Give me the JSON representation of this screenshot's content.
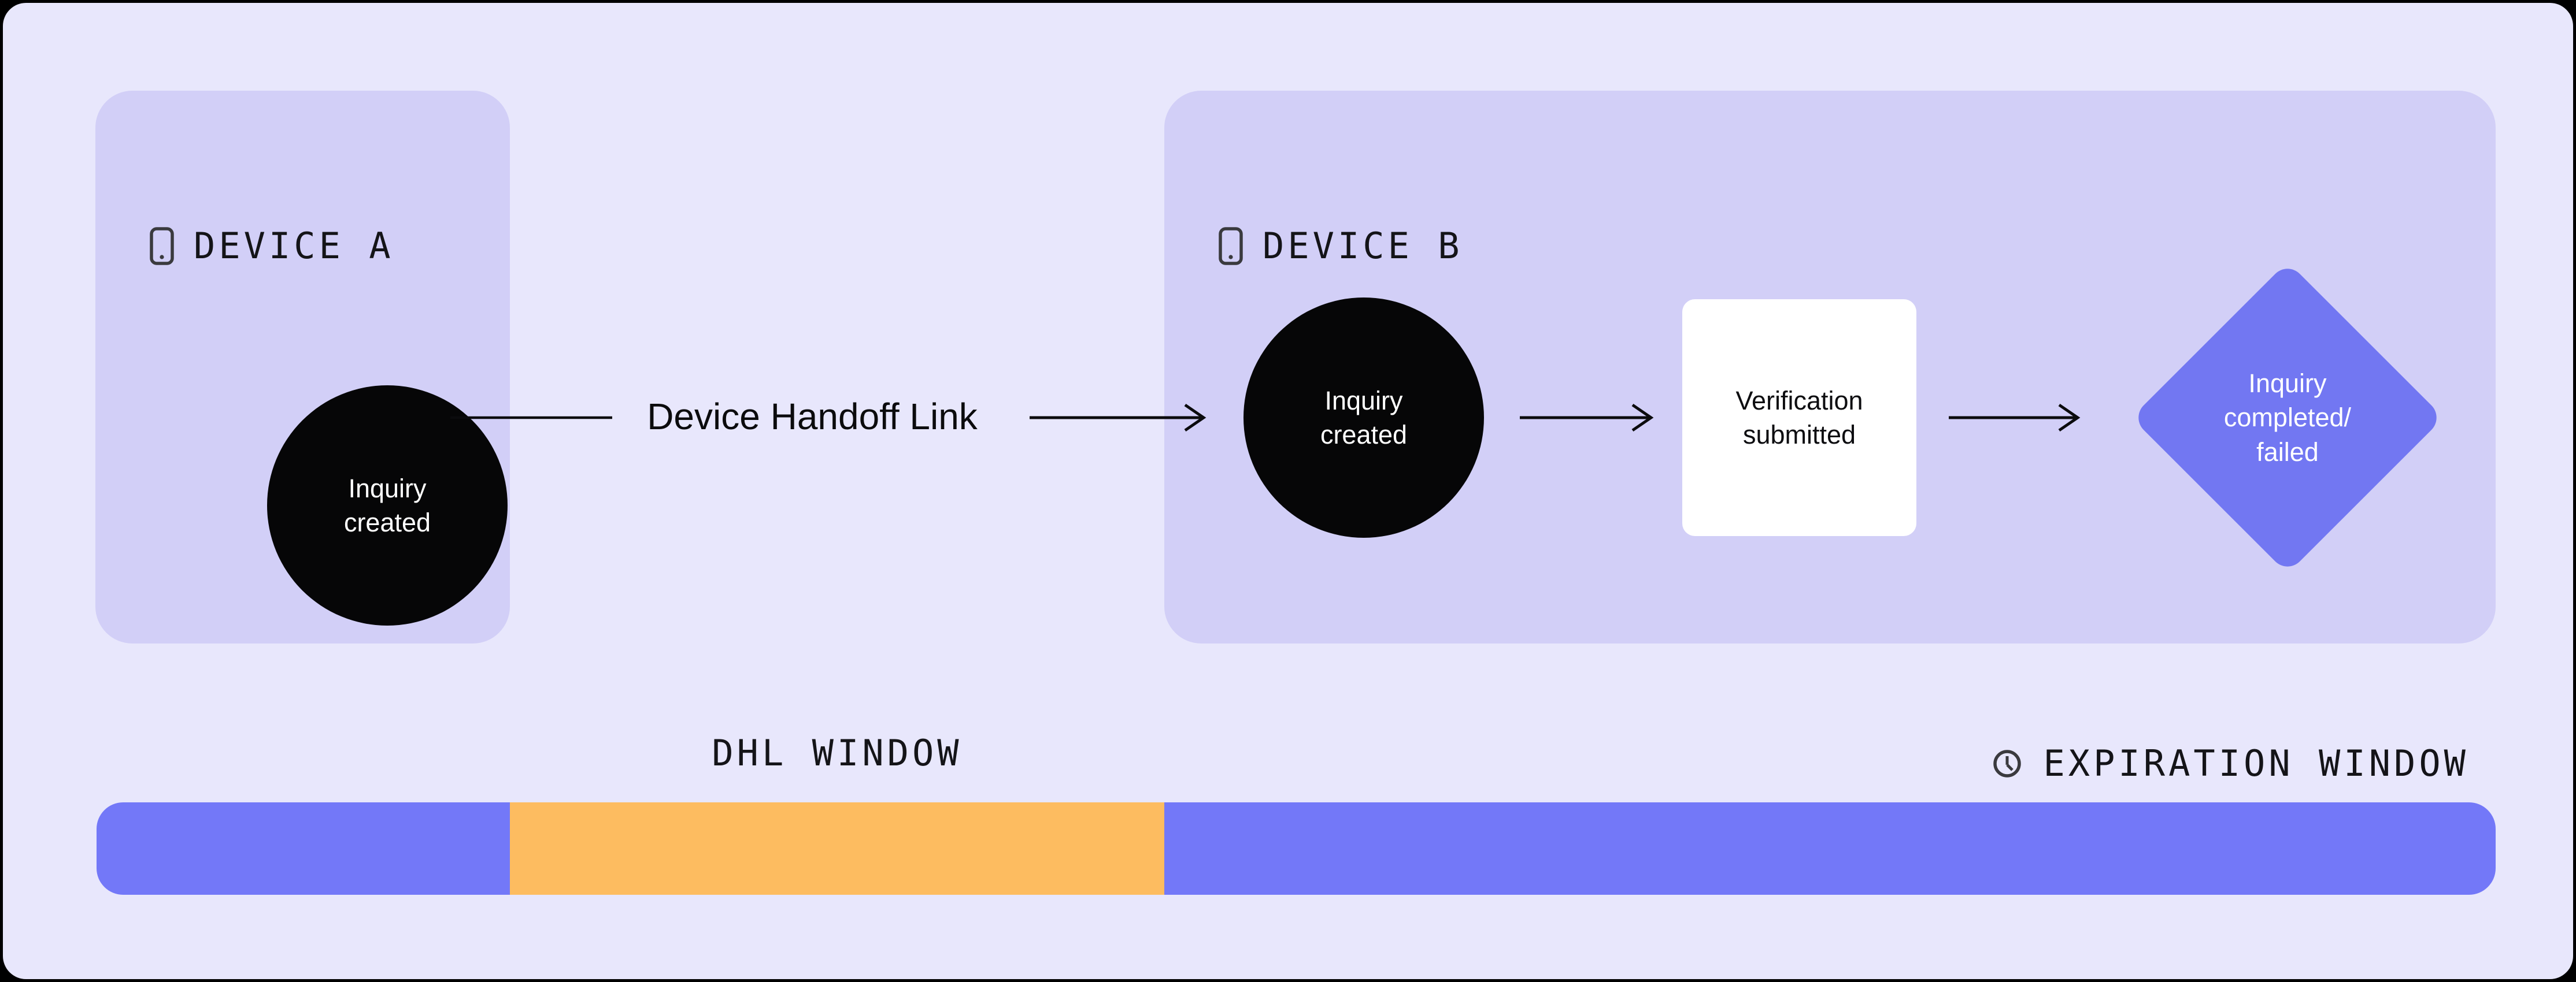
{
  "colors": {
    "page_background": "#000000",
    "canvas": "#e8e7fc",
    "panel": "#d2cff7",
    "node_black": "#060607",
    "node_white": "#ffffff",
    "diamond_purple": "#7277f2",
    "bar_purple": "#7378f8",
    "bar_orange": "#fdbc60",
    "label_text": "#141418",
    "icon_stroke": "#3a3a3e"
  },
  "panels": {
    "device_a": {
      "label": "DEVICE A",
      "icon": "smartphone-icon"
    },
    "device_b": {
      "label": "DEVICE B",
      "icon": "smartphone-icon"
    }
  },
  "nodes": {
    "inquiry_created_a": {
      "line1": "Inquiry",
      "line2": "created"
    },
    "inquiry_created_b": {
      "line1": "Inquiry",
      "line2": "created"
    },
    "verification_submitted": {
      "line1": "Verification",
      "line2": "submitted"
    },
    "inquiry_completed": {
      "line1": "Inquiry",
      "line2": "completed/",
      "line3": "failed"
    }
  },
  "handoff": {
    "label": "Device Handoff Link"
  },
  "timeline": {
    "dhl_label": "DHL WINDOW",
    "expiration_label": "EXPIRATION WINDOW",
    "expiration_icon": "clock-icon",
    "segments": [
      {
        "name": "pre-handoff",
        "color": "#7378f8"
      },
      {
        "name": "dhl-window",
        "color": "#fdbc60"
      },
      {
        "name": "expiration-window",
        "color": "#7378f8"
      }
    ]
  }
}
